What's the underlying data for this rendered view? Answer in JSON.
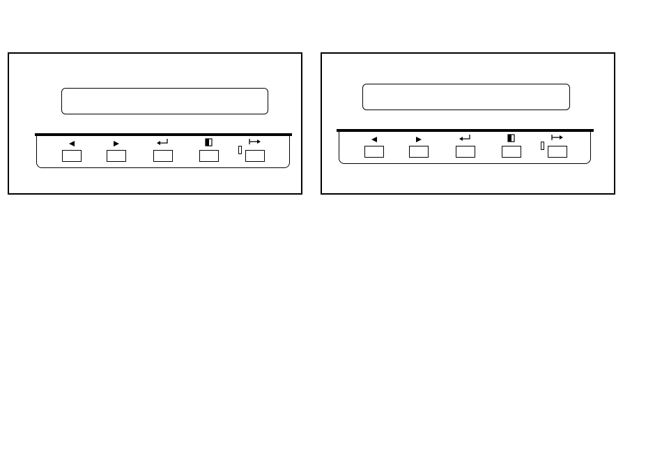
{
  "panels": [
    {
      "id": "left",
      "display_text": "",
      "keys": [
        {
          "name": "left-arrow",
          "icon": "left-arrow-icon"
        },
        {
          "name": "right-arrow",
          "icon": "right-arrow-icon"
        },
        {
          "name": "enter",
          "icon": "enter-return-icon"
        },
        {
          "name": "page",
          "icon": "page-icon"
        },
        {
          "name": "tab-exit",
          "icon": "tab-exit-icon"
        }
      ],
      "indicator_led": "off"
    },
    {
      "id": "right",
      "display_text": "",
      "keys": [
        {
          "name": "left-arrow",
          "icon": "left-arrow-icon"
        },
        {
          "name": "right-arrow",
          "icon": "right-arrow-icon"
        },
        {
          "name": "enter",
          "icon": "enter-return-icon"
        },
        {
          "name": "page",
          "icon": "page-icon"
        },
        {
          "name": "tab-exit",
          "icon": "tab-exit-icon"
        }
      ],
      "indicator_led": "off"
    }
  ],
  "colors": {
    "stroke": "#000000",
    "background": "#ffffff"
  }
}
